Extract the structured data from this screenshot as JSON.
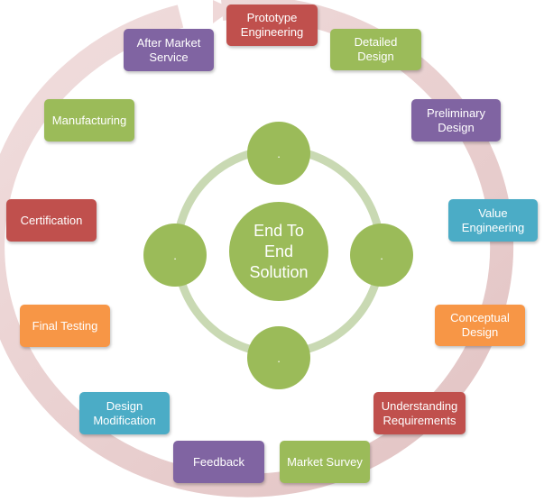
{
  "colors": {
    "red": "#c0504d",
    "green": "#9bbb59",
    "purple": "#8064a2",
    "teal": "#4bacc6",
    "orange": "#f79646",
    "ring": "#e6c7c7",
    "inner_ring": "#c9d9b3"
  },
  "cycle": {
    "steps": [
      {
        "label": "Prototype\nEngineering",
        "color": "red"
      },
      {
        "label": "Detailed\nDesign",
        "color": "green"
      },
      {
        "label": "Preliminary\nDesign",
        "color": "purple"
      },
      {
        "label": "Value\nEngineering",
        "color": "teal"
      },
      {
        "label": "Conceptual\nDesign",
        "color": "orange"
      },
      {
        "label": "Understanding\nRequirements",
        "color": "red"
      },
      {
        "label": "Market Survey",
        "color": "green"
      },
      {
        "label": "Feedback",
        "color": "purple"
      },
      {
        "label": "Design\nModification",
        "color": "teal"
      },
      {
        "label": "Final Testing",
        "color": "orange"
      },
      {
        "label": "Certification",
        "color": "red"
      },
      {
        "label": "Manufacturing",
        "color": "green"
      },
      {
        "label": "After Market\nService",
        "color": "purple"
      }
    ]
  },
  "hub": {
    "center_label": "End To\nEnd\nSolution",
    "satellites": [
      {
        "label": "."
      },
      {
        "label": "."
      },
      {
        "label": "."
      },
      {
        "label": "."
      }
    ]
  }
}
